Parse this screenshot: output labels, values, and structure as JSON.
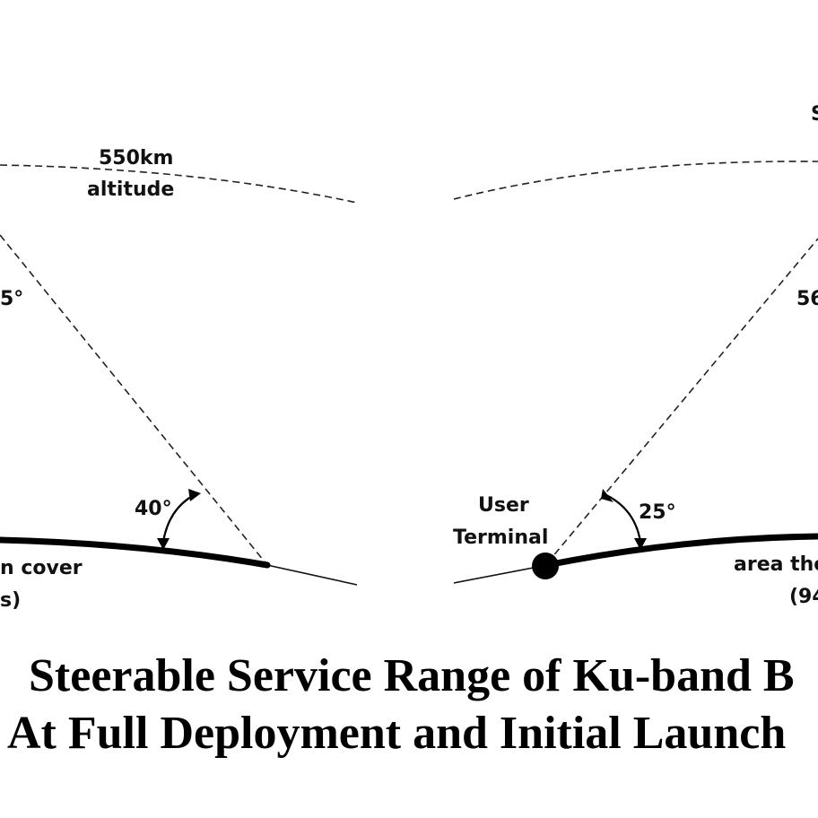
{
  "labels": {
    "altitude_value": "550km",
    "altitude_word": "altitude",
    "left_upper_angle": "5°",
    "right_upper_angle": "56",
    "left_elevation": "40°",
    "right_elevation": "25°",
    "user_terminal_line1": "User",
    "user_terminal_line2": "Terminal",
    "right_corner_letter": "S",
    "left_cover_line1": "n cover",
    "left_cover_line2": "s)",
    "right_area_line1": "area the",
    "right_area_line2": "(94"
  },
  "title": {
    "line1": "Steerable Service Range of Ku-band B",
    "line2": "At Full Deployment and Initial Launch"
  }
}
